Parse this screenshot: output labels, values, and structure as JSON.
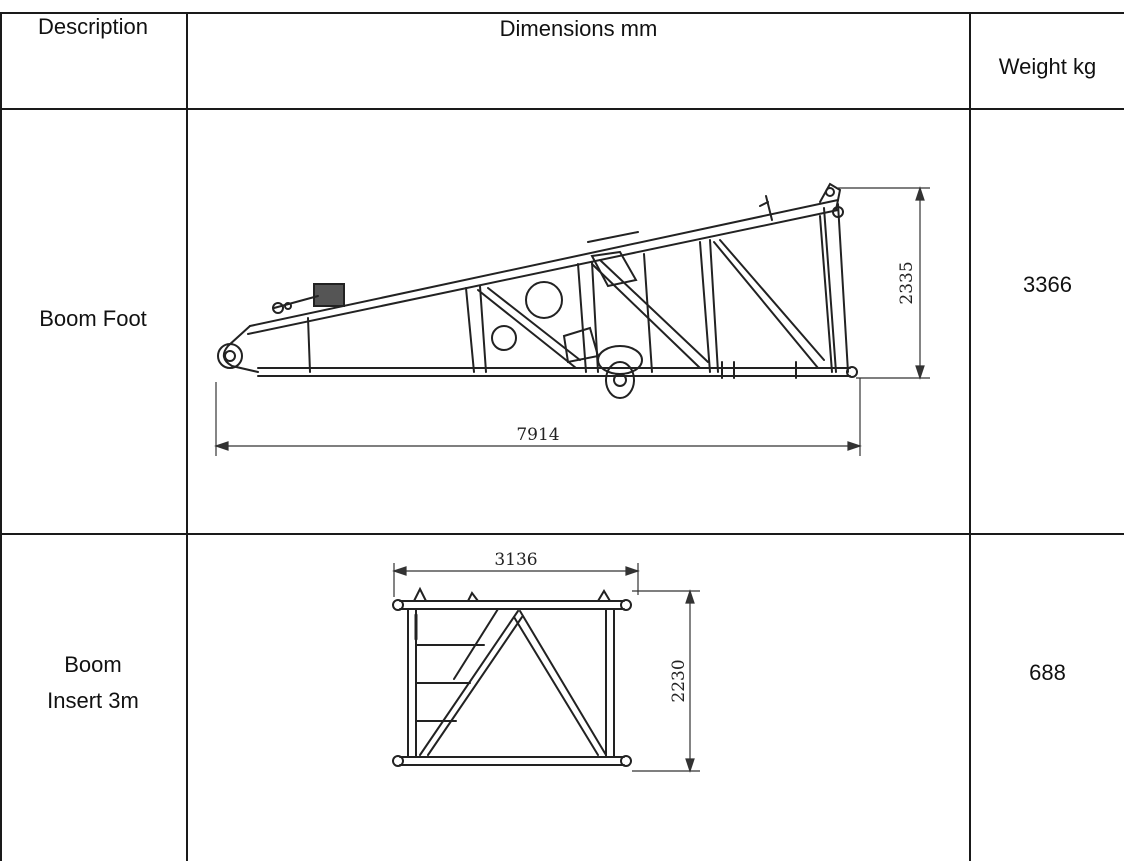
{
  "table": {
    "headers": {
      "description": "Description",
      "dimensions": "Dimensions mm",
      "weight": "Weight kg"
    },
    "rows": [
      {
        "description": "Boom Foot",
        "length_dim": "7914",
        "height_dim": "2335",
        "weight": "3366"
      },
      {
        "description_line1": "Boom",
        "description_line2": "Insert 3m",
        "length_dim": "3136",
        "height_dim": "2230",
        "weight": "688"
      }
    ]
  }
}
